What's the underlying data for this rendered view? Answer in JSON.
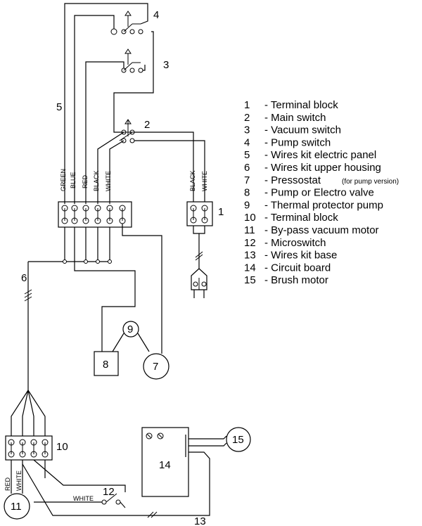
{
  "callouts": {
    "c1": "1",
    "c2": "2",
    "c3": "3",
    "c4": "4",
    "c5": "5",
    "c6": "6",
    "c7": "7",
    "c8": "8",
    "c9": "9",
    "c10": "10",
    "c11": "11",
    "c12": "12",
    "c13": "13",
    "c14": "14",
    "c15": "15"
  },
  "wire_labels": {
    "green": "GREEN",
    "blue": "BLUE",
    "red": "RED",
    "black": "BLACK",
    "white": "WHITE",
    "black_r": "BLACK",
    "white_r": "WHITE",
    "red_b": "RED",
    "white_b": "WHITE",
    "white_mid": "WHITE"
  },
  "legend": [
    {
      "num": "1",
      "text": "- Terminal block"
    },
    {
      "num": "2",
      "text": "- Main switch"
    },
    {
      "num": "3",
      "text": "- Vacuum switch"
    },
    {
      "num": "4",
      "text": "- Pump switch"
    },
    {
      "num": "5",
      "text": "- Wires kit electric panel"
    },
    {
      "num": "6",
      "text": "- Wires kit upper housing"
    },
    {
      "num": "7",
      "text": "- Pressostat",
      "note": "(for pump version)"
    },
    {
      "num": "8",
      "text": "- Pump or Electro valve"
    },
    {
      "num": "9",
      "text": "- Thermal protector pump"
    },
    {
      "num": "10",
      "text": "- Terminal block"
    },
    {
      "num": "11",
      "text": "- By-pass vacuum motor"
    },
    {
      "num": "12",
      "text": "- Microswitch"
    },
    {
      "num": "13",
      "text": "- Wires kit base"
    },
    {
      "num": "14",
      "text": "- Circuit board"
    },
    {
      "num": "15",
      "text": "- Brush motor"
    }
  ]
}
